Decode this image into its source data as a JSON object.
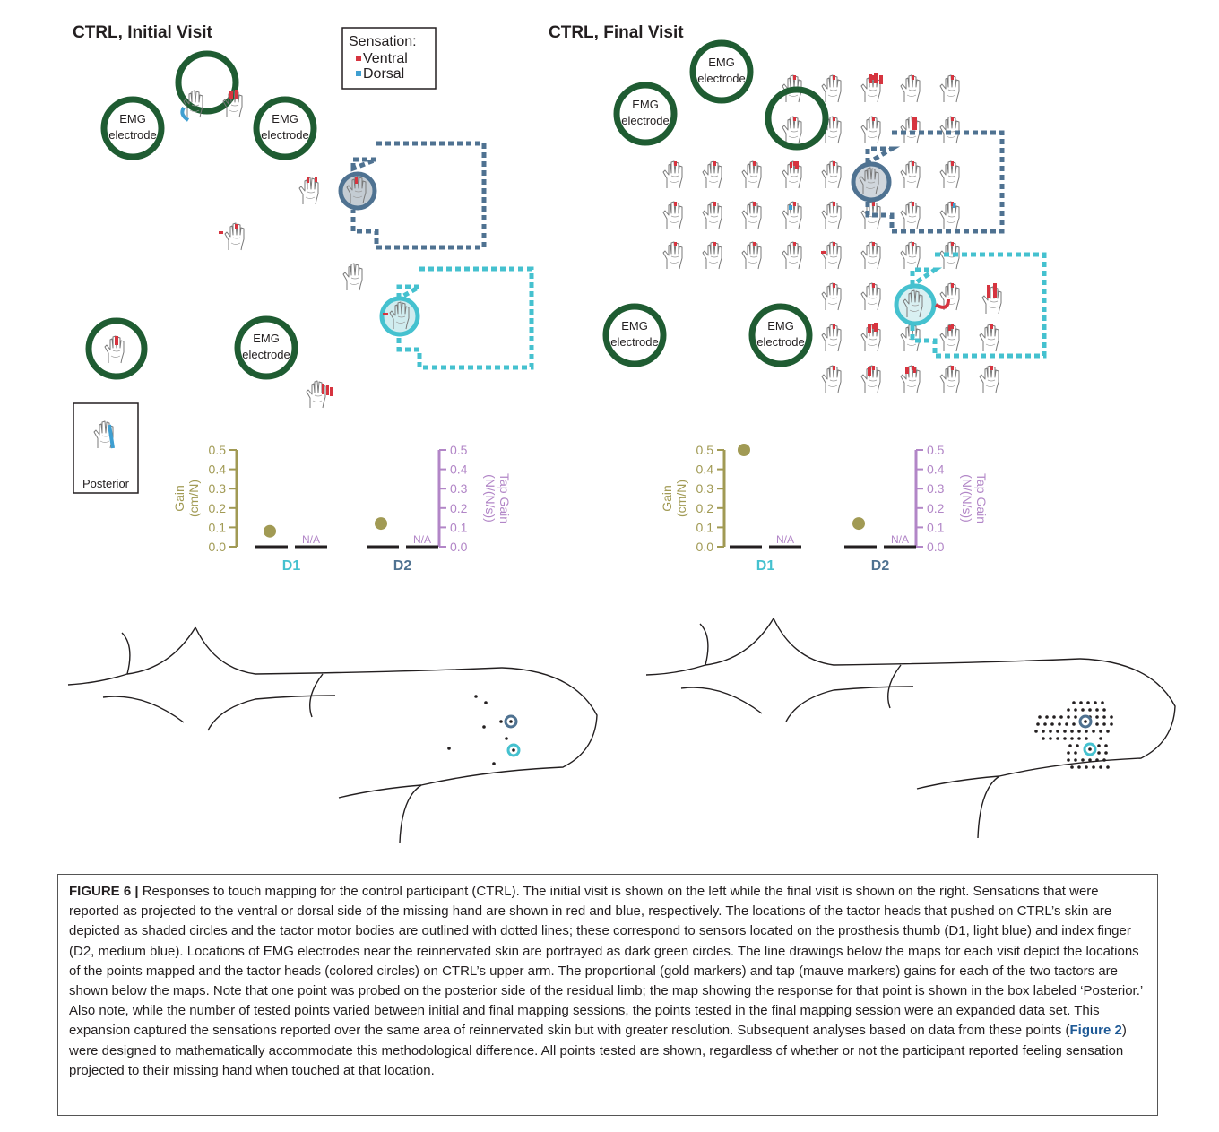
{
  "panels": [
    {
      "title": "CTRL, Initial Visit"
    },
    {
      "title": "CTRL, Final Visit"
    }
  ],
  "legend": {
    "heading": "Sensation:",
    "ventral": "Ventral",
    "dorsal": "Dorsal"
  },
  "emg_label_line1": "EMG",
  "emg_label_line2": "electrode",
  "posterior_label": "Posterior",
  "colors": {
    "ventral": "#d6343f",
    "dorsal": "#3f9fd1",
    "emg": "#1f5c32",
    "d1": "#45c1cf",
    "d2": "#4f7291",
    "gold": "#a19a54",
    "mauve": "#b286c7"
  },
  "chart_data": [
    {
      "type": "scatter",
      "panel": "CTRL, Initial Visit",
      "categories": [
        "D1",
        "D2"
      ],
      "ylabel_left": "Gain (cm/N)",
      "ylabel_right": "Tap Gain (N/(N/s))",
      "ylim": [
        0,
        0.5
      ],
      "yticks": [
        "0.0",
        "0.1",
        "0.2",
        "0.3",
        "0.4",
        "0.5"
      ],
      "series": [
        {
          "values": [
            0.08,
            0.12
          ]
        },
        {
          "values": [
            "N/A",
            "N/A"
          ]
        }
      ]
    },
    {
      "type": "scatter",
      "panel": "CTRL, Final Visit",
      "categories": [
        "D1",
        "D2"
      ],
      "ylabel_left": "Gain (cm/N)",
      "ylabel_right": "Tap Gain (N/(N/s))",
      "ylim": [
        0,
        0.5
      ],
      "yticks": [
        "0.0",
        "0.1",
        "0.2",
        "0.3",
        "0.4",
        "0.5"
      ],
      "series": [
        {
          "values": [
            0.5,
            0.12
          ]
        },
        {
          "values": [
            "N/A",
            "N/A"
          ]
        }
      ]
    }
  ],
  "caption": {
    "label": "FIGURE 6 |",
    "text_before_ref": " Responses to touch mapping for the control participant (CTRL). The initial visit is shown on the left while the final visit is shown on the right. Sensations that were reported as projected to the ventral or dorsal side of the missing hand are shown in red and blue, respectively. The locations of the tactor heads that pushed on CTRL’s skin are depicted as shaded circles and the tactor motor bodies are outlined with dotted lines; these correspond to sensors located on the prosthesis thumb (D1, light blue) and index finger (D2, medium blue). Locations of EMG electrodes near the reinnervated skin are portrayed as dark green circles. The line drawings below the maps for each visit depict the locations of the points mapped and the tactor heads (colored circles) on CTRL’s upper arm. The proportional (gold markers) and tap (mauve markers) gains for each of the two tactors are shown below the maps. Note that one point was probed on the posterior side of the residual limb; the map showing the response for that point is shown in the box labeled ‘Posterior.’ Also note, while the number of tested points varied between initial and final mapping sessions, the points tested in the final mapping session were an expanded data set. This expansion captured the sensations reported over the same area of reinnervated skin but with greater resolution. Subsequent analyses based on data from these points (",
    "figure_ref": "Figure 2",
    "text_after_ref": ") were designed to mathematically accommodate this methodological difference. All points tested are shown, regardless of whether or not the participant reported feeling sensation projected to their missing hand when touched at that location."
  }
}
